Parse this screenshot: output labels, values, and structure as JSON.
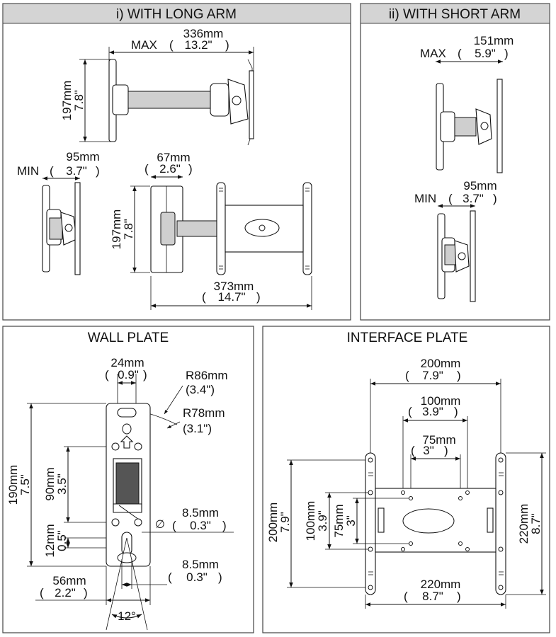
{
  "panels": {
    "long_arm": {
      "title": "i) WITH LONG ARM"
    },
    "short_arm": {
      "title": "ii) WITH SHORT ARM"
    },
    "wall_plate": {
      "title": "WALL PLATE"
    },
    "interface_plate": {
      "title": "INTERFACE PLATE"
    }
  },
  "long_arm": {
    "max_label": "MAX",
    "max_mm": "336mm",
    "max_in": "13.2\"",
    "height_mm": "197mm",
    "height_in": "7.8\"",
    "min_label": "MIN",
    "min_mm": "95mm",
    "min_in": "3.7\"",
    "plate_w_mm": "67mm",
    "plate_w_in": "2.6\"",
    "front_h_mm": "197mm",
    "front_h_in": "7.8\"",
    "front_w_mm": "373mm",
    "front_w_in": "14.7\""
  },
  "short_arm": {
    "max_label": "MAX",
    "max_mm": "151mm",
    "max_in": "5.9\"",
    "min_label": "MIN",
    "min_mm": "95mm",
    "min_in": "3.7\""
  },
  "wall_plate": {
    "slot_w_mm": "24mm",
    "slot_w_in": "0.9\"",
    "r_outer": "R86mm",
    "r_outer_in": "(3.4\")",
    "r_inner": "R78mm",
    "r_inner_in": "(3.1\")",
    "height_mm": "190mm",
    "height_in": "7.5\"",
    "hole_spacing_mm": "90mm",
    "hole_spacing_in": "3.5\"",
    "hole_dia_symbol": "∅",
    "hole_dia_mm": "8.5mm",
    "hole_dia_in": "0.3\"",
    "offset_mm": "12mm",
    "offset_in": "0.5\"",
    "slot_dia_mm": "8.5mm",
    "slot_dia_in": "0.3\"",
    "width_mm": "56mm",
    "width_in": "2.2\"",
    "angle": "12°"
  },
  "interface_plate": {
    "w200_mm": "200mm",
    "w200_in": "7.9\"",
    "w100_mm": "100mm",
    "w100_in": "3.9\"",
    "w75_mm": "75mm",
    "w75_in": "3\"",
    "h200_mm": "200mm",
    "h200_in": "7.9\"",
    "h100_mm": "100mm",
    "h100_in": "3.9\"",
    "h75_mm": "75mm",
    "h75_in": "3\"",
    "h220_mm": "220mm",
    "h220_in": "8.7\"",
    "w220_mm": "220mm",
    "w220_in": "8.7\""
  }
}
